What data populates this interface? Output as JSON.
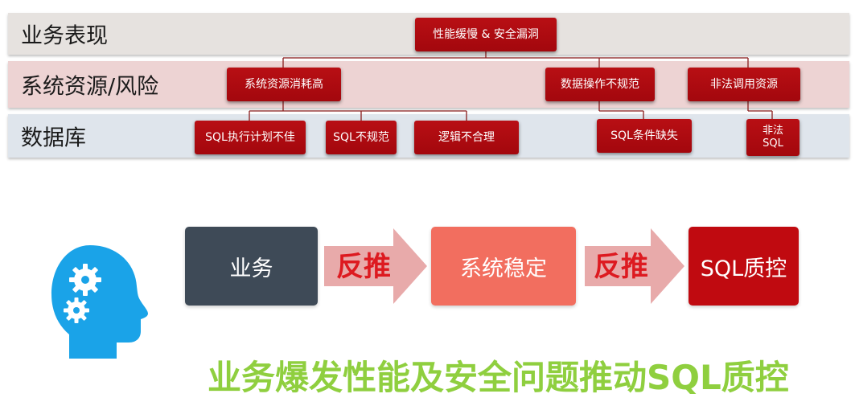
{
  "layers": [
    {
      "label": "业务表现"
    },
    {
      "label": "系统资源/风险"
    },
    {
      "label": "数据库"
    }
  ],
  "nodes": {
    "top": "性能缓慢 & 安全漏洞",
    "resource_high": "系统资源消耗高",
    "data_op_nonstandard": "数据操作不规范",
    "illegal_call": "非法调用资源",
    "sql_plan_bad": "SQL执行计划不佳",
    "sql_nonstandard": "SQL不规范",
    "logic_unreasonable": "逻辑不合理",
    "sql_condition_missing": "SQL条件缺失",
    "illegal_sql": "非法\nSQL"
  },
  "flow": {
    "business": "业务",
    "reverse_1": "反推",
    "system_stable": "系统稳定",
    "reverse_2": "反推",
    "sql_quality": "SQL质控"
  },
  "conclusion": "业务爆发性能及安全问题推动SQL质控",
  "colors": {
    "node_red": "#b80f14",
    "business_box": "#3e4a57",
    "stable_box": "#f26e5f",
    "sql_box": "#c00a10",
    "arrow_pink": "#e8aaaa",
    "arrow_text": "#dd1a20",
    "conclusion_green": "#8fcf3f",
    "head_icon": "#1aa3e8"
  },
  "icons": [
    "head-with-gears-icon",
    "right-arrow-icon"
  ]
}
